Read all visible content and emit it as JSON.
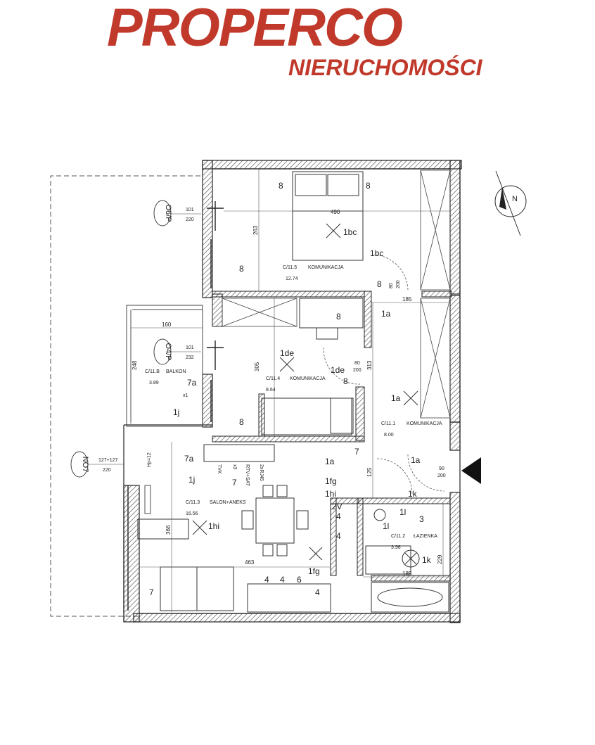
{
  "logo": {
    "brand": "PROPERCO",
    "sub": "NIERUCHOMOŚCI",
    "color": "#c0392b"
  },
  "rooms": [
    {
      "code": "C/11.5",
      "name": "KOMUNIKACJA",
      "area": "12.74"
    },
    {
      "code": "C/11.4",
      "name": "KOMUNIKACJA",
      "area": "8.64"
    },
    {
      "code": "C/11.B",
      "name": "BALKON",
      "area": "3.89"
    },
    {
      "code": "C/11.3",
      "name": "SALON+ANEKS",
      "area": "16.56"
    },
    {
      "code": "C/11.1",
      "name": "KOMUNIKACJA",
      "area": "8.00"
    },
    {
      "code": "C/11.2",
      "name": "ŁAZIENKA",
      "area": "3.96"
    }
  ],
  "windows": [
    {
      "code": "O6/P",
      "w": "101",
      "h": "220"
    },
    {
      "code": "O4/P",
      "w": "101",
      "h": "232"
    },
    {
      "code": "NO7",
      "w": "127+127",
      "h": "220"
    }
  ],
  "dims": {
    "d490": "490",
    "d263": "263",
    "d185a": "185",
    "d160": "160",
    "d248": "248",
    "d305": "305",
    "d313": "313",
    "d125": "125",
    "d366": "366",
    "d463": "463",
    "d185b": "185",
    "d229": "229",
    "door80a": "80",
    "door200a": "200",
    "door80b": "80",
    "door200b": "200",
    "door90": "90",
    "door200c": "200",
    "hp": "Hp=12"
  },
  "symbols": {
    "s8a": "8",
    "s8b": "8",
    "s8c": "8",
    "s8d": "8",
    "s8e": "8",
    "s8f": "8",
    "s8g": "8",
    "s1bc_a": "1bc",
    "s1bc_b": "1bc",
    "s1a_a": "1a",
    "s1a_b": "1a",
    "s1a_c": "1a",
    "s1a_d": "1a",
    "s1de_a": "1de",
    "s1de_b": "1de",
    "s7a_a": "7a",
    "s7a_b": "7a",
    "sx1": "x1",
    "s1j_a": "1j",
    "s1j_b": "1j",
    "s7a": "7",
    "s7b": "7",
    "s7c": "7",
    "stvk": "TVK",
    "sx3": "x3",
    "srtv": "RTV+SAT",
    "s2xrj": "2xRJ45",
    "s1fg_a": "1fg",
    "s1fg_b": "1fg",
    "s1hi_a": "1hi",
    "s1hi_b": "1hi",
    "s2v": "2V",
    "s4a": "4",
    "s4b": "4",
    "s4c": "4",
    "s4d": "4",
    "s4e": "4",
    "s6": "6",
    "s1l_a": "1l",
    "s1l_b": "1l",
    "s1k_a": "1k",
    "s1k_b": "1k",
    "s3": "3",
    "sn": "N"
  }
}
